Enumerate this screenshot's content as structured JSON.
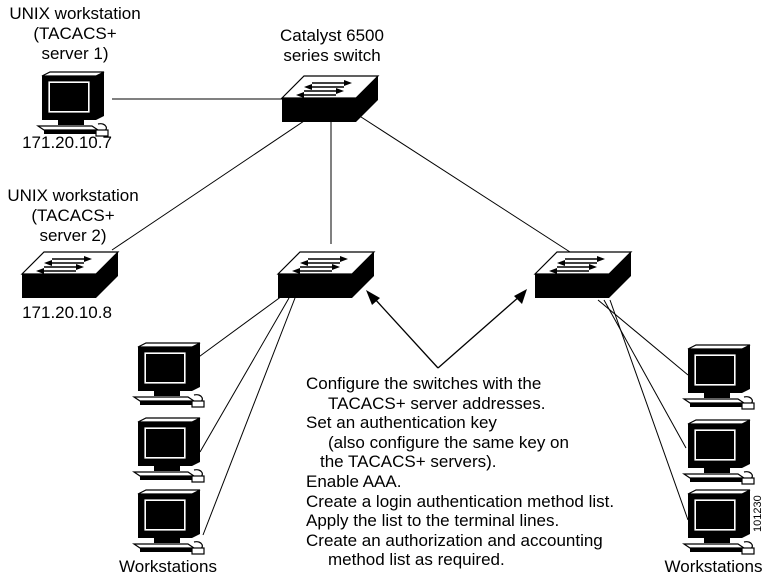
{
  "nodes": {
    "core_switch": {
      "label_lines": [
        "Catalyst 6500",
        "series switch"
      ]
    },
    "server1": {
      "label_lines": [
        "UNIX workstation",
        "(TACACS+",
        "server 1)"
      ],
      "ip": "171.20.10.7"
    },
    "server2": {
      "label_lines": [
        "UNIX workstation",
        "(TACACS+",
        "server 2)"
      ],
      "ip": "171.20.10.8"
    },
    "left_group": {
      "label": "Workstations"
    },
    "right_group": {
      "label": "Workstations"
    }
  },
  "instructions": [
    "Configure the switches with the",
    "TACACS+ server addresses.",
    "Set an authentication key",
    "(also configure the same key on",
    "the TACACS+ servers).",
    "Enable AAA.",
    "Create a login authentication method list.",
    "Apply the list to the terminal lines.",
    "Create an authorization and accounting",
    "method list as required."
  ],
  "figure_id": "101230"
}
